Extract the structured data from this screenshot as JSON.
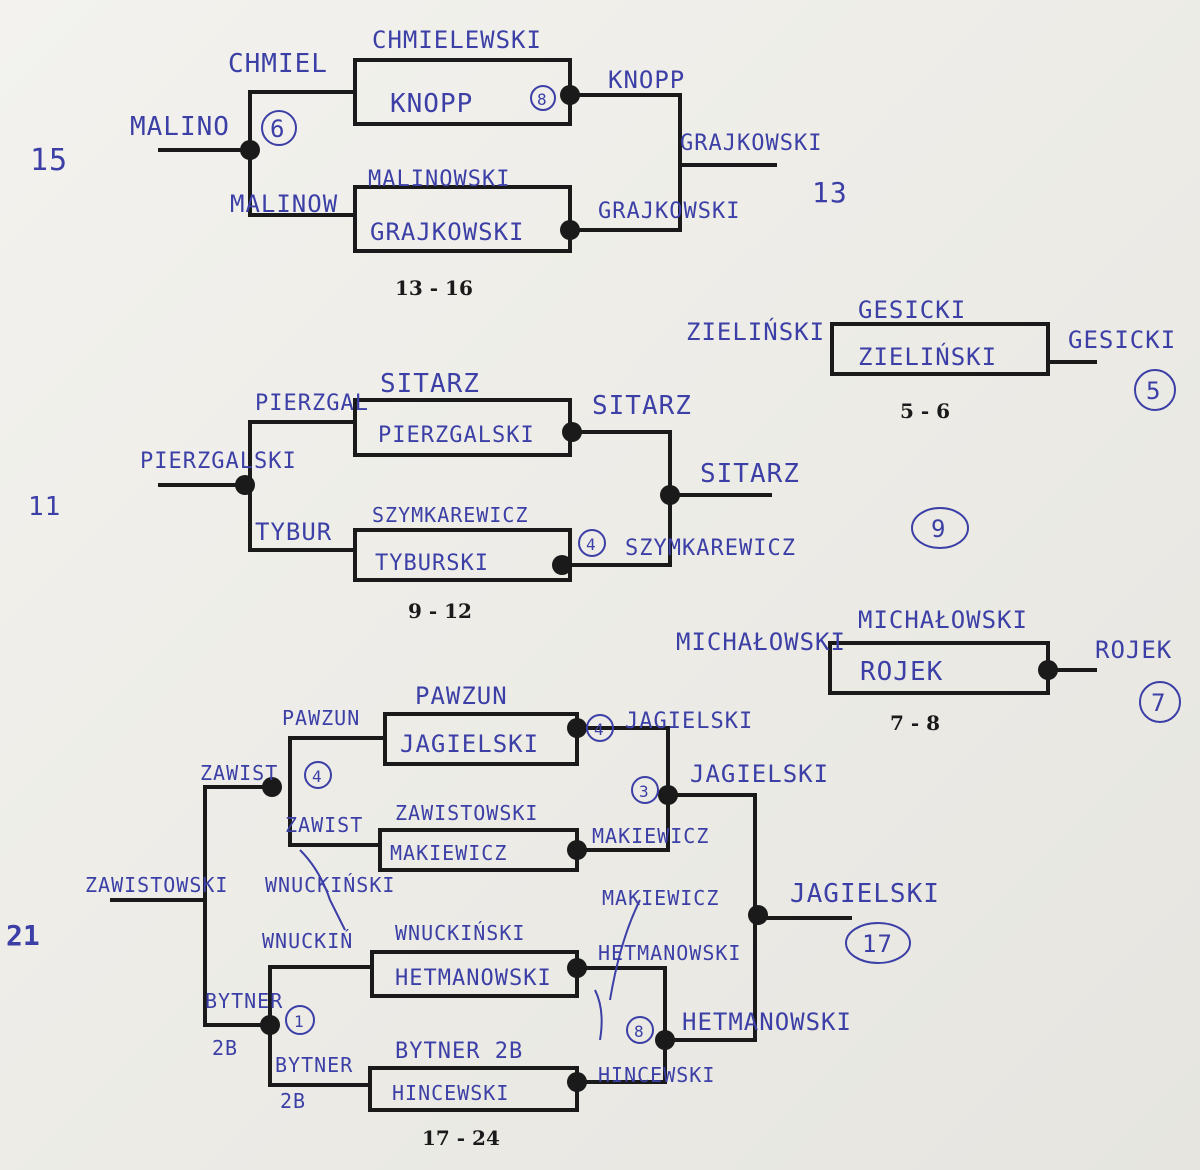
{
  "page": {
    "ink_color": "#3b3fa6",
    "print_color": "#1a1a1a"
  },
  "bracket_13_16": {
    "label": "13 - 16",
    "side_mark": "15",
    "left_top": "CHMIEL",
    "top_upper": "CHMIELEWSKI",
    "top_lower": "KNOPP",
    "top_circle": "8",
    "top_right": "KNOPP",
    "left_mid": "MALINO",
    "left_circle": "6",
    "left_bottom": "MALINOW",
    "bottom_upper": "MALINOWSKI",
    "bottom_lower": "GRAJKOWSKI",
    "bottom_right": "GRAJKOWSKI",
    "final_upper": "GRAJKOWSKI",
    "final_mark": "13"
  },
  "bracket_5_6": {
    "label": "5 - 6",
    "left": "ZIELIŃSKI",
    "upper": "GESICKI",
    "lower": "ZIELIŃSKI",
    "winner": "GESICKI",
    "circle": "5"
  },
  "bracket_9_12": {
    "label": "9 - 12",
    "side_mark": "11",
    "left_top": "PIERZGAL",
    "top_upper": "SITARZ",
    "top_lower": "PIERZGALSKI",
    "top_right": "SITARZ",
    "left_mid": "PIERZGALSKI",
    "left_bottom": "TYBUR",
    "bottom_upper": "SZYMKAREWICZ",
    "bottom_lower": "TYBURSKI",
    "bottom_circle": "4",
    "bottom_right": "SZYMKAREWICZ",
    "final_upper": "SITARZ",
    "final_circle": "9"
  },
  "bracket_7_8": {
    "label": "7 - 8",
    "left": "MICHAŁOWSKI",
    "upper": "MICHAŁOWSKI",
    "lower": "ROJEK",
    "winner": "ROJEK",
    "circle": "7"
  },
  "bracket_17_24": {
    "label": "17 - 24",
    "side_mark": "21",
    "r1": [
      {
        "left": "PAWZUN",
        "upper": "PAWZUN",
        "lower": "JAGIELSKI",
        "right": "JAGIELSKI",
        "circle": "4"
      },
      {
        "left": "ZAWIST",
        "upper": "ZAWISTOWSKI",
        "lower": "MAKIEWICZ",
        "right": "MAKIEWICZ"
      },
      {
        "left": "WNUCKIŃ",
        "upper": "WNUCKIŃSKI",
        "lower": "HETMANOWSKI",
        "right": "HETMANOWSKI"
      },
      {
        "left": "BYTNER",
        "left2": "2B",
        "upper": "BYTNER 2B",
        "lower": "HINCEWSKI",
        "right": "HINCEWSKI"
      }
    ],
    "sf_top_left": "ZAWIST",
    "sf_top_left_circle": "4",
    "sf_top_right": "JAGIELSKI",
    "sf_top_right_circle": "3",
    "sf_bottom_left": "BYTNER",
    "sf_bottom_left2": "2B",
    "sf_bottom_left_circle": "1",
    "sf_bottom_right": "HETMANOWSKI",
    "sf_bottom_right_circle": "8",
    "mid_left": "ZAWISTOWSKI",
    "mid_left2": "WNUCKIŃSKI",
    "mid_cross": "MAKIEWICZ",
    "final": "JAGIELSKI",
    "final_circle": "17"
  }
}
